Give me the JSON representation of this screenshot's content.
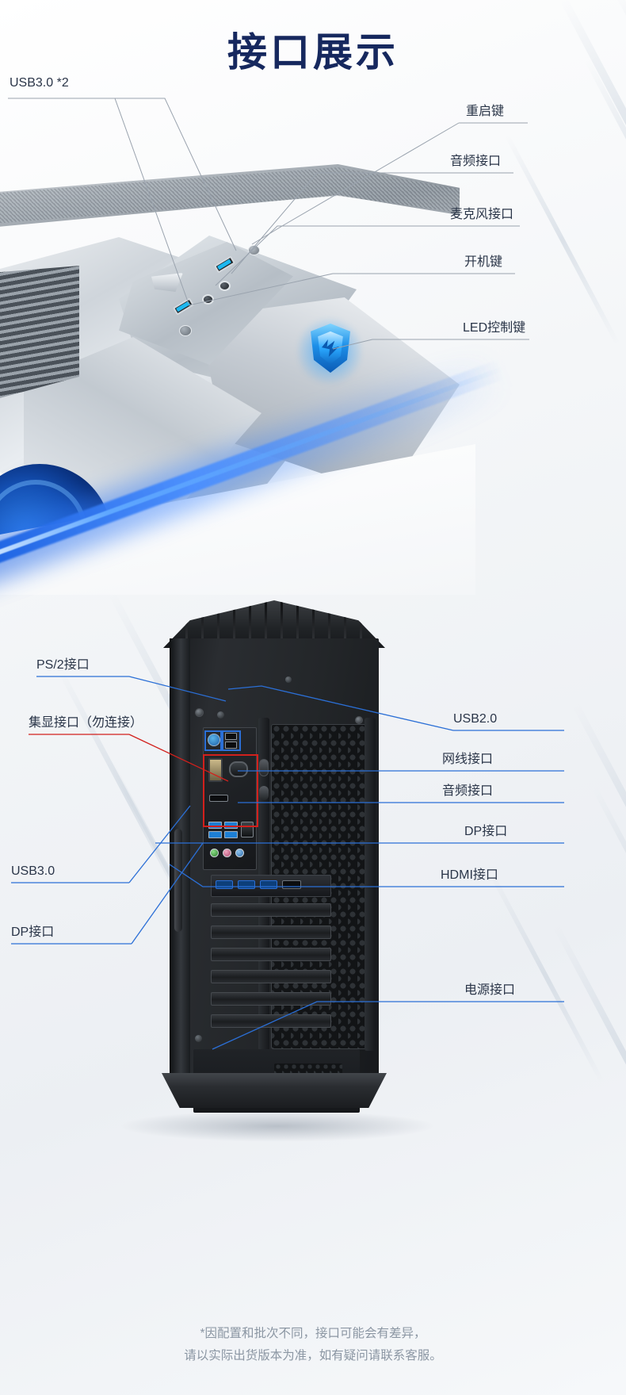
{
  "header": {
    "title": "接口展示"
  },
  "top_section": {
    "device_name": "silver-gaming-pc-top-panel",
    "labels_left": [
      {
        "id": "usb30x2",
        "text": "USB3.0 *2"
      }
    ],
    "labels_right": [
      {
        "id": "reset",
        "text": "重启键"
      },
      {
        "id": "audio",
        "text": "音频接口"
      },
      {
        "id": "mic",
        "text": "麦克风接口"
      },
      {
        "id": "power",
        "text": "开机键"
      },
      {
        "id": "led",
        "text": "LED控制键"
      }
    ]
  },
  "bottom_section": {
    "device_name": "black-tower-rear-io",
    "labels_left": [
      {
        "id": "ps2",
        "text": "PS/2接口",
        "color": "#2b6fd6"
      },
      {
        "id": "igpu",
        "text": "集显接口（勿连接）",
        "color": "#d2201c"
      },
      {
        "id": "usb30",
        "text": "USB3.0",
        "color": "#2b6fd6"
      },
      {
        "id": "dp_left",
        "text": "DP接口",
        "color": "#2b6fd6"
      }
    ],
    "labels_right": [
      {
        "id": "usb20",
        "text": "USB2.0",
        "color": "#2b6fd6"
      },
      {
        "id": "lan",
        "text": "网线接口",
        "color": "#2b6fd6"
      },
      {
        "id": "audio_rear",
        "text": "音频接口",
        "color": "#2b6fd6"
      },
      {
        "id": "dp_right",
        "text": "DP接口",
        "color": "#2b6fd6"
      },
      {
        "id": "hdmi",
        "text": "HDMI接口",
        "color": "#2b6fd6"
      },
      {
        "id": "psu",
        "text": "电源接口",
        "color": "#2b6fd6"
      }
    ]
  },
  "footer": {
    "line1": "*因配置和批次不同，接口可能会有差异，",
    "line2": "请以实际出货版本为准，如有疑问请联系客服。"
  },
  "colors": {
    "title": "#16285e",
    "label_text": "#2a3548",
    "leader_gray": "#9aa3ae",
    "leader_blue": "#2b6fd6",
    "leader_red": "#d2201c",
    "footer_text": "#8b96a3",
    "led_blue": "#2aa8ff",
    "background": "#f2f4f6"
  }
}
